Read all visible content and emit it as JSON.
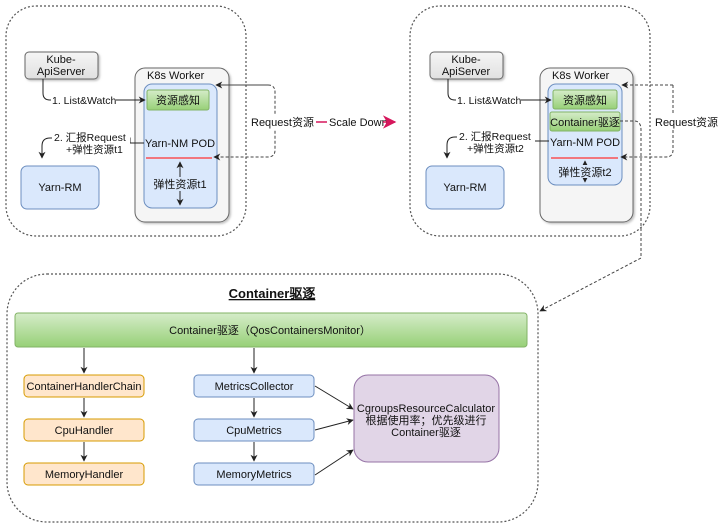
{
  "left_panel": {
    "kube_apiserver": [
      "Kube-",
      "ApiServer"
    ],
    "k8s_worker_label": "K8s Worker",
    "resource_sense": "资源感知",
    "list_watch": "1. List&Watch",
    "report_line1": "2. 汇报Request",
    "report_line2": "+弹性资源t1",
    "yarn_rm": "Yarn-RM",
    "yarn_nm_pod": "Yarn-NM POD",
    "elastic_resource": "弹性资源t1",
    "request_resource": "Request资源"
  },
  "transition": {
    "label": "Scale Down",
    "color": "#d6175c"
  },
  "right_panel": {
    "kube_apiserver": [
      "Kube-",
      "ApiServer"
    ],
    "k8s_worker_label": "K8s Worker",
    "resource_sense": "资源感知",
    "container_evict": "Container驱逐",
    "list_watch": "1. List&Watch",
    "report_line1": "2. 汇报Request",
    "report_line2": "+弹性资源t2",
    "yarn_rm": "Yarn-RM",
    "yarn_nm_pod": "Yarn-NM POD",
    "elastic_resource": "弹性资源t2",
    "request_resource": "Request资源"
  },
  "bottom_panel": {
    "title": "Container驱逐",
    "monitor_bar": "Container驱逐（QosContainersMonitor）",
    "handler_chain": [
      "ContainerHandlerChain",
      "CpuHandler",
      "MemoryHandler"
    ],
    "metrics_chain": [
      "MetricsCollector",
      "CpuMetrics",
      "MemoryMetrics"
    ],
    "calculator": [
      "CgroupsResourceCalculator",
      "根据使用率；优先级进行",
      "Container驱逐"
    ]
  },
  "colors": {
    "green_fill": "#b9e0a5",
    "green_stroke": "#82b366",
    "blue_fill": "#dae8fc",
    "blue_stroke": "#6c8ebf",
    "orange_fill": "#ffe6cc",
    "orange_stroke": "#d79b00",
    "purple_fill": "#e1d5e7",
    "purple_stroke": "#9673a6",
    "gray_fill": "#f5f5f5",
    "red_line": "#ff3333"
  }
}
